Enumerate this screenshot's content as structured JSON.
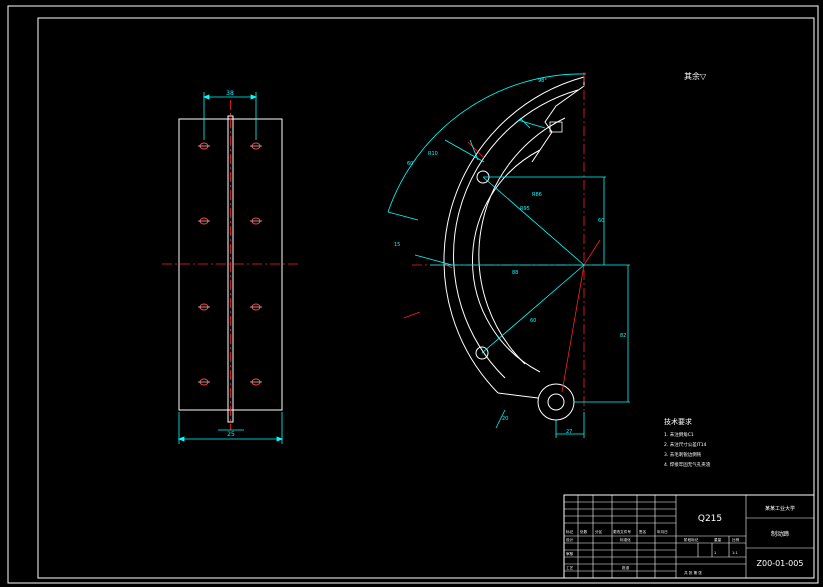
{
  "colors": {
    "background": "#000000",
    "outline": "#ffffff",
    "dimension": "#00ffff",
    "centerline": "#ff2020",
    "hole": "#ff4040"
  },
  "front_view": {
    "dim_top": "38",
    "dim_bottom": "25"
  },
  "side_view": {
    "dims": [
      "98°",
      "60",
      "60",
      "R86",
      "R95",
      "R10",
      "20",
      "27",
      "82",
      "88",
      "15",
      "60"
    ]
  },
  "surface_note": "其余▽",
  "technical_requirements": {
    "title": "技术要求",
    "items": [
      "1. 未注倒角C1",
      "2. 未注尺寸公差IT14",
      "3. 去毛刺锐边倒钝",
      "4. 焊接牢固无气孔夹渣"
    ]
  },
  "title_block": {
    "material": "Q215",
    "school": "某某工业大学",
    "part_name": "制动蹄",
    "drawing_no": "Z00-01-005",
    "row_labels": [
      "标记",
      "设计",
      "审核",
      "工艺"
    ],
    "header_cells": [
      "处数",
      "分区",
      "更改文件号",
      "签名",
      "年月日"
    ],
    "stage_label": "阶段标记",
    "weight_label": "重量",
    "scale_label": "比例",
    "scale_value": "1:1",
    "sheet_info": "共  张  第  张",
    "standardize_label": "标准化",
    "approve_label": "批准",
    "count": "1"
  }
}
